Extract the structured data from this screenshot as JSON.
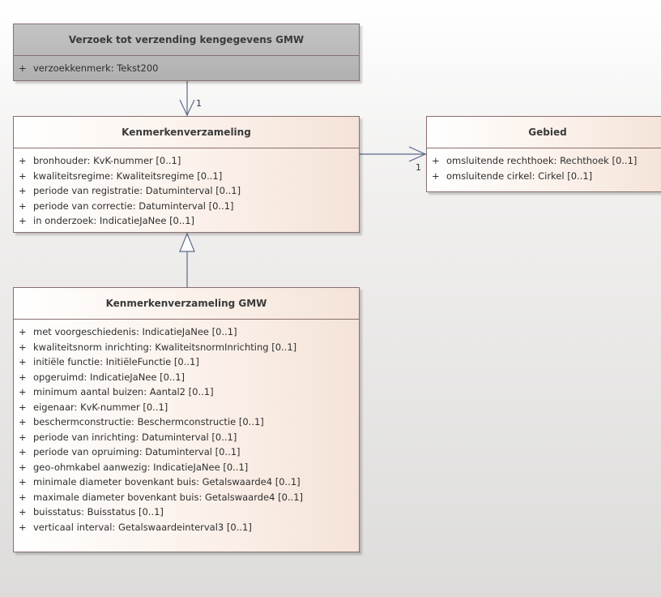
{
  "classes": {
    "request": {
      "name": "Verzoek tot verzending kengegevens GMW",
      "attributes": [
        {
          "vis": "+",
          "text": "verzoekkenmerk: Tekst200"
        }
      ]
    },
    "characteristics_set": {
      "name": "Kenmerkenverzameling",
      "attributes": [
        {
          "vis": "+",
          "text": "bronhouder: KvK-nummer [0..1]"
        },
        {
          "vis": "+",
          "text": "kwaliteitsregime: Kwaliteitsregime [0..1]"
        },
        {
          "vis": "+",
          "text": "periode van registratie: Datuminterval [0..1]"
        },
        {
          "vis": "+",
          "text": "periode van correctie: Datuminterval [0..1]"
        },
        {
          "vis": "+",
          "text": "in onderzoek: IndicatieJaNee [0..1]"
        }
      ]
    },
    "area": {
      "name": "Gebied",
      "attributes": [
        {
          "vis": "+",
          "text": "omsluitende rechthoek: Rechthoek [0..1]"
        },
        {
          "vis": "+",
          "text": "omsluitende cirkel: Cirkel [0..1]"
        }
      ]
    },
    "characteristics_set_gmw": {
      "name": "Kenmerkenverzameling GMW",
      "attributes": [
        {
          "vis": "+",
          "text": "met voorgeschiedenis: IndicatieJaNee [0..1]"
        },
        {
          "vis": "+",
          "text": "kwaliteitsnorm inrichting: KwaliteitsnormInrichting [0..1]"
        },
        {
          "vis": "+",
          "text": "initiële functie: InitiëleFunctie [0..1]"
        },
        {
          "vis": "+",
          "text": "opgeruimd: IndicatieJaNee [0..1]"
        },
        {
          "vis": "+",
          "text": "minimum aantal buizen: Aantal2 [0..1]"
        },
        {
          "vis": "+",
          "text": "eigenaar: KvK-nummer [0..1]"
        },
        {
          "vis": "+",
          "text": "beschermconstructie: Beschermconstructie [0..1]"
        },
        {
          "vis": "+",
          "text": "periode van inrichting: Datuminterval [0..1]"
        },
        {
          "vis": "+",
          "text": "periode van opruiming: Datuminterval [0..1]"
        },
        {
          "vis": "+",
          "text": "geo-ohmkabel aanwezig: IndicatieJaNee [0..1]"
        },
        {
          "vis": "+",
          "text": "minimale diameter bovenkant buis: Getalswaarde4 [0..1]"
        },
        {
          "vis": "+",
          "text": "maximale diameter bovenkant buis: Getalswaarde4 [0..1]"
        },
        {
          "vis": "+",
          "text": "buisstatus: Buisstatus [0..1]"
        },
        {
          "vis": "+",
          "text": "verticaal interval: Getalswaardeinterval3 [0..1]"
        }
      ]
    }
  },
  "connectors": {
    "request_to_set": {
      "multiplicity": "1"
    },
    "set_to_area": {
      "multiplicity": "1"
    }
  },
  "colors": {
    "line": "#5a6a8a",
    "border": "#8a6e6e",
    "grey_class": "#b8b8b8",
    "class_fill": "#fbf1ea"
  }
}
